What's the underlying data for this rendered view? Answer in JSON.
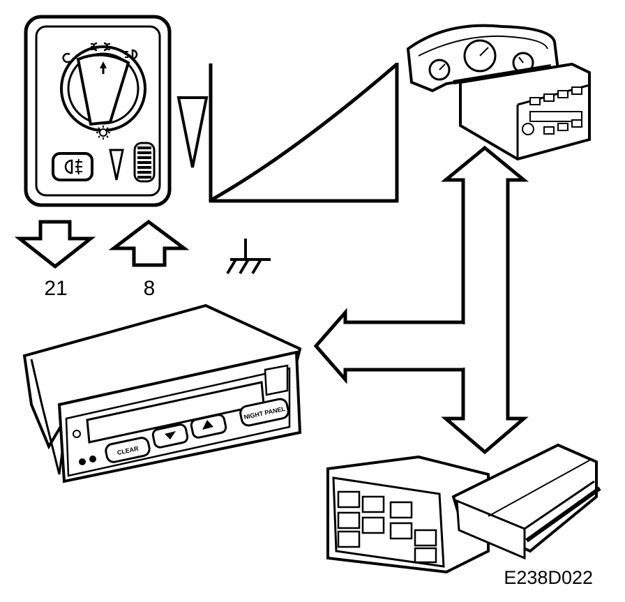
{
  "figure": {
    "id": "E238D022",
    "pin_out": "21",
    "pin_in": "8",
    "panel_buttons": {
      "clear": "CLEAR",
      "night_panel": "NIGHT PANEL"
    },
    "icons": {
      "light_switch": "headlight-switch-icon",
      "ground": "ground-symbol-icon",
      "fog": "fog-light-icon",
      "sun": "sun-icon"
    }
  }
}
